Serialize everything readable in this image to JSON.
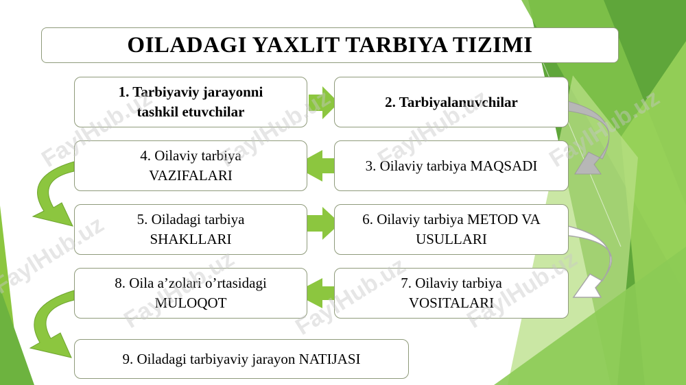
{
  "title": "OILADAGI YAXLIT TARBIYA TIZIMI",
  "boxes": [
    {
      "text": "1. Tarbiyaviy jarayonni tashkil etuvchilar"
    },
    {
      "text": "2. Tarbiyalanuvchilar"
    },
    {
      "text": "3. Oilaviy tarbiya MAQSADI"
    },
    {
      "text": "4. Oilaviy tarbiya VAZIFALARI"
    },
    {
      "text": "5. Oiladagi tarbiya SHAKLLARI"
    },
    {
      "text": "6. Oilaviy tarbiya METOD VA USULLARI"
    },
    {
      "text": "7. Oilaviy tarbiya VOSITALARI"
    },
    {
      "text": "8. Oila a’zolari o’rtasidagi MULOQOT"
    },
    {
      "text": "9. Oiladagi tarbiyaviy jarayon NATIJASI"
    }
  ],
  "watermark": "FaylHub.uz",
  "colors": {
    "arrow_green": "#8cc63f",
    "arrow_gray": "#b7b7b7",
    "accent_green": "#6db33f"
  }
}
